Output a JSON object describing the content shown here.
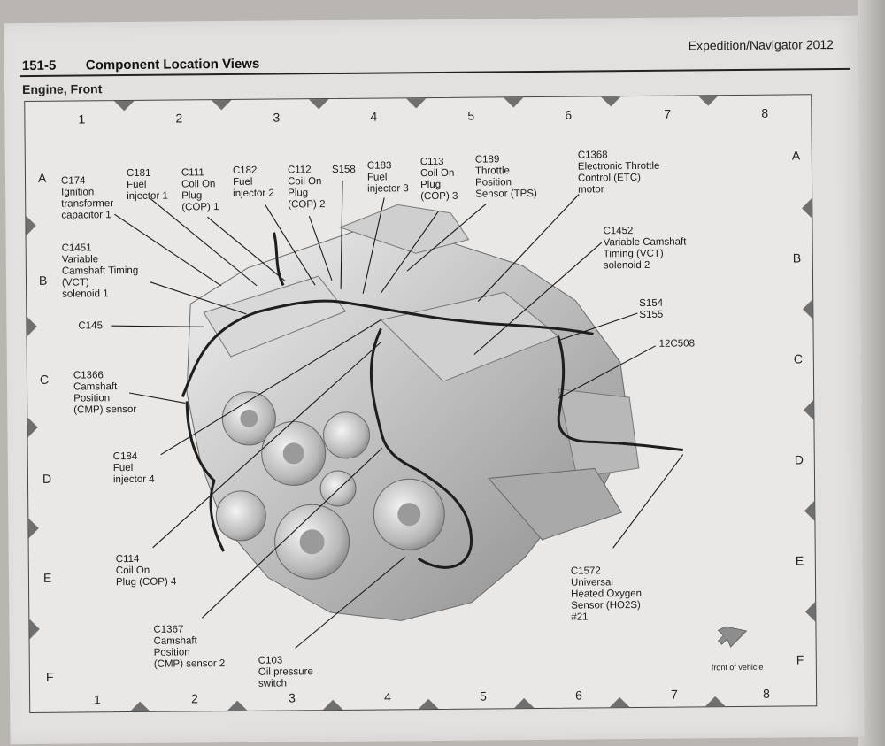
{
  "header": {
    "manual_title": "Expedition/Navigator 2012",
    "section_number": "151-5",
    "section_title": "Component Location Views",
    "subtitle": "Engine, Front"
  },
  "grid": {
    "columns": [
      "1",
      "2",
      "3",
      "4",
      "5",
      "6",
      "7",
      "8"
    ],
    "rows": [
      "A",
      "B",
      "C",
      "D",
      "E",
      "F"
    ]
  },
  "labels": {
    "c174": "C174\nIgnition\ntransformer\ncapacitor 1",
    "c181": "C181\nFuel\ninjector 1",
    "c111": "C111\nCoil On\nPlug\n(COP) 1",
    "c182": "C182\nFuel\ninjector 2",
    "c112": "C112\nCoil On\nPlug\n(COP) 2",
    "s158": "S158",
    "c183": "C183\nFuel\ninjector 3",
    "c113": "C113\nCoil On\nPlug\n(COP) 3",
    "c189": "C189\nThrottle\nPosition\nSensor (TPS)",
    "c1368": "C1368\nElectronic Throttle\nControl (ETC)\nmotor",
    "c1451": "C1451\nVariable\nCamshaft Timing\n(VCT)\nsolenoid 1",
    "c1452": "C1452\nVariable Camshaft\nTiming (VCT)\nsolenoid 2",
    "s154": "S154\nS155",
    "c145": "C145",
    "c12c508": "12C508",
    "c1366": "C1366\nCamshaft\nPosition\n(CMP) sensor",
    "c184": "C184\nFuel\ninjector 4",
    "c114": "C114\nCoil On\nPlug (COP) 4",
    "c1572": "C1572\nUniversal\nHeated Oxygen\nSensor (HO2S)\n#21",
    "c1367": "C1367\nCamshaft\nPosition\n(CMP) sensor 2",
    "c103": "C103\nOil pressure\nswitch",
    "front": "front of vehicle"
  }
}
